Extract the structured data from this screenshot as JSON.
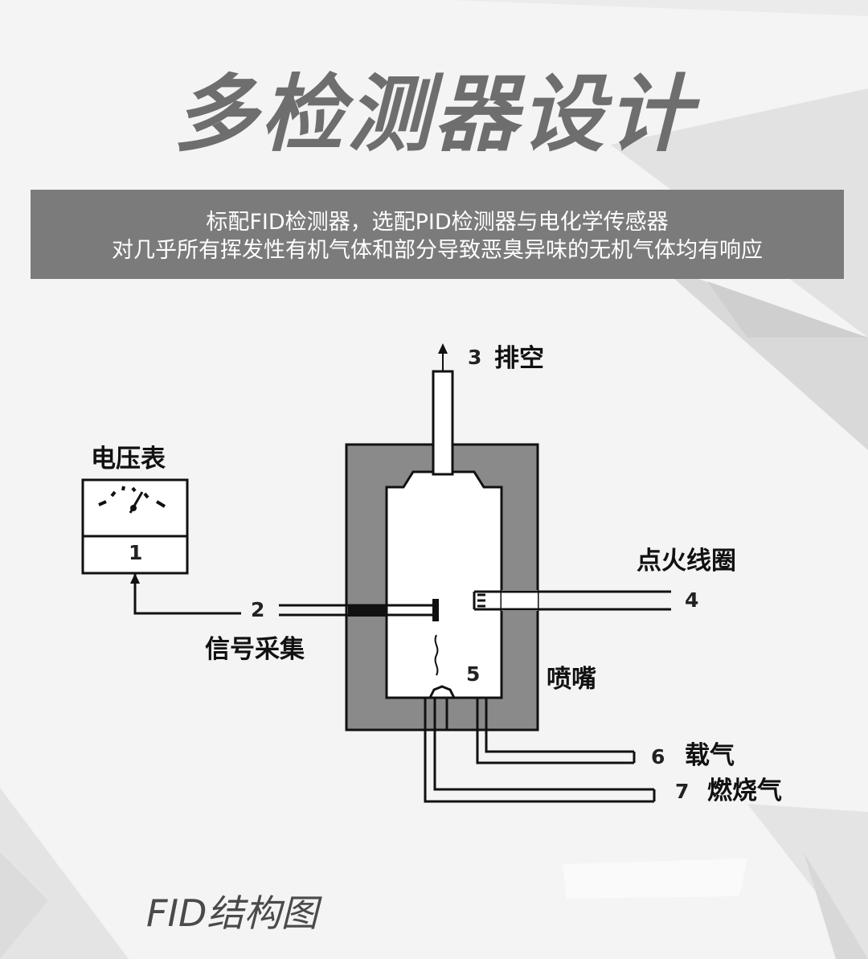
{
  "title": "多检测器设计",
  "banner": {
    "line1": "标配FID检测器，选配PID检测器与电化学传感器",
    "line2": "对几乎所有挥发性有机气体和部分导致恶臭异味的无机气体均有响应"
  },
  "diagram": {
    "voltmeter_label": "电压表",
    "voltmeter_number": "1",
    "labels": {
      "n2": "2",
      "signal": "信号采集",
      "n3": "3",
      "exhaust": "排空",
      "ignition": "点火线圈",
      "n4": "4",
      "n5": "5",
      "nozzle": "喷嘴",
      "n6": "6",
      "carrier": "载气",
      "n7": "7",
      "fuel": "燃烧气"
    }
  },
  "caption": "FID结构图",
  "colors": {
    "background": "#f4f4f4",
    "banner": "#7b7b7b",
    "title": "#6e6e6e",
    "housing": "#8a8a8a",
    "line": "#111111"
  }
}
